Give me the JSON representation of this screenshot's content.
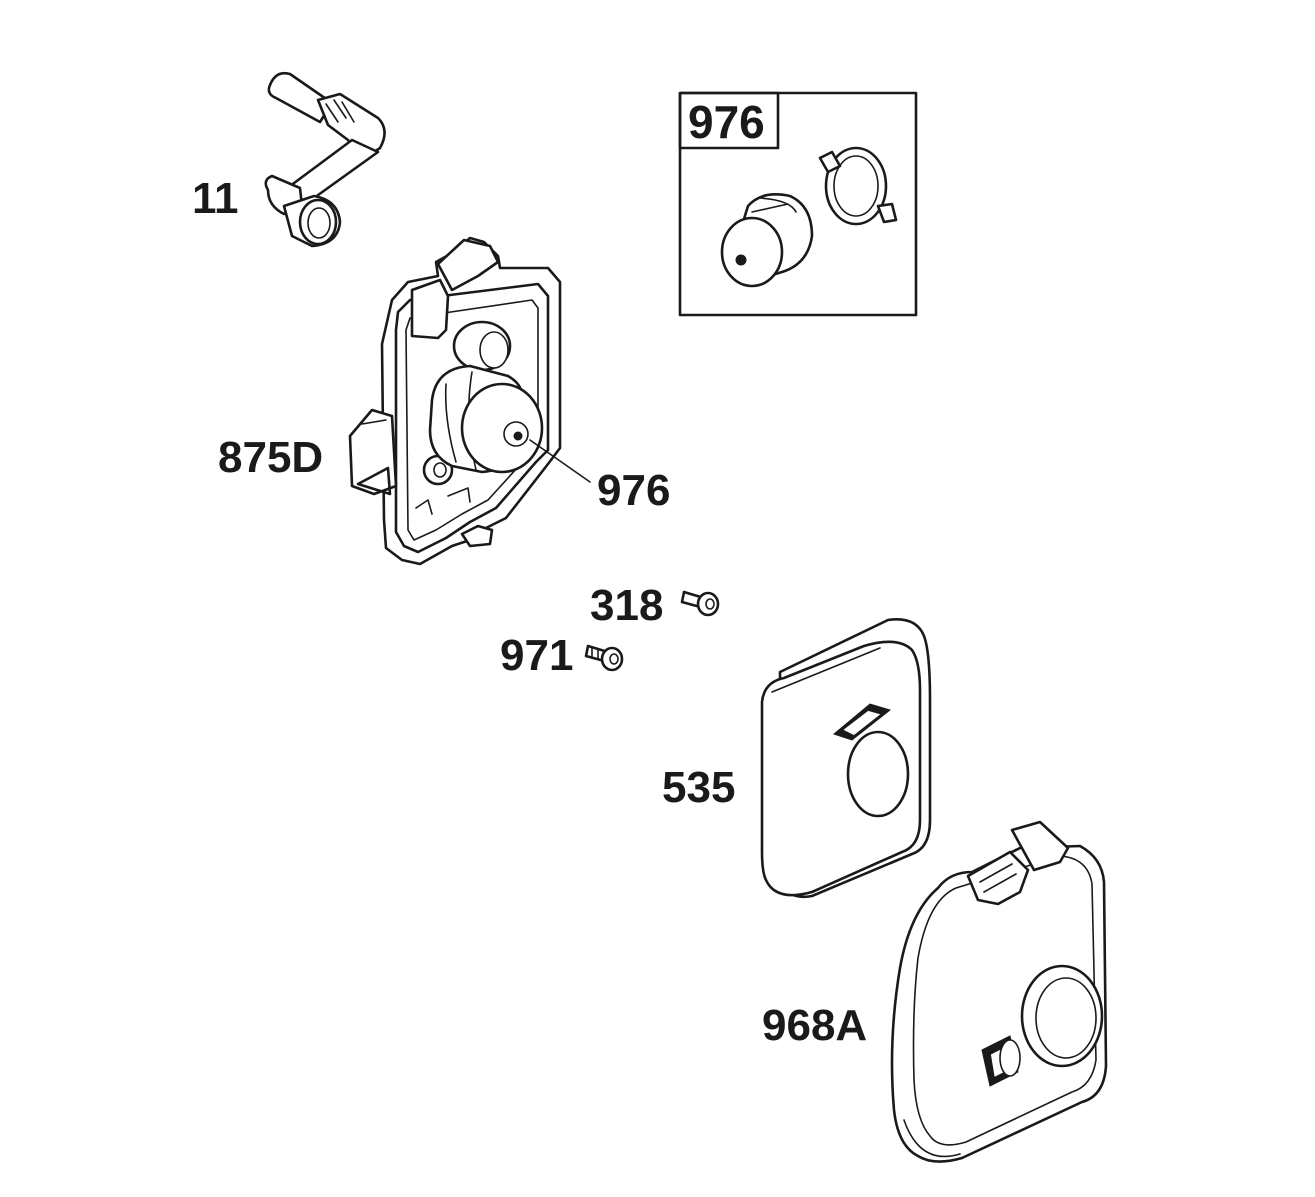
{
  "labels": {
    "breather_tube": "11",
    "air_cleaner_base": "875D",
    "pre_filter_callout": "976",
    "screw_318": "318",
    "screw_971": "971",
    "filter_cartridge": "535",
    "cover": "968A"
  },
  "inset": {
    "label": "976"
  },
  "colors": {
    "ink": "#1a1a1a",
    "background": "#ffffff"
  }
}
